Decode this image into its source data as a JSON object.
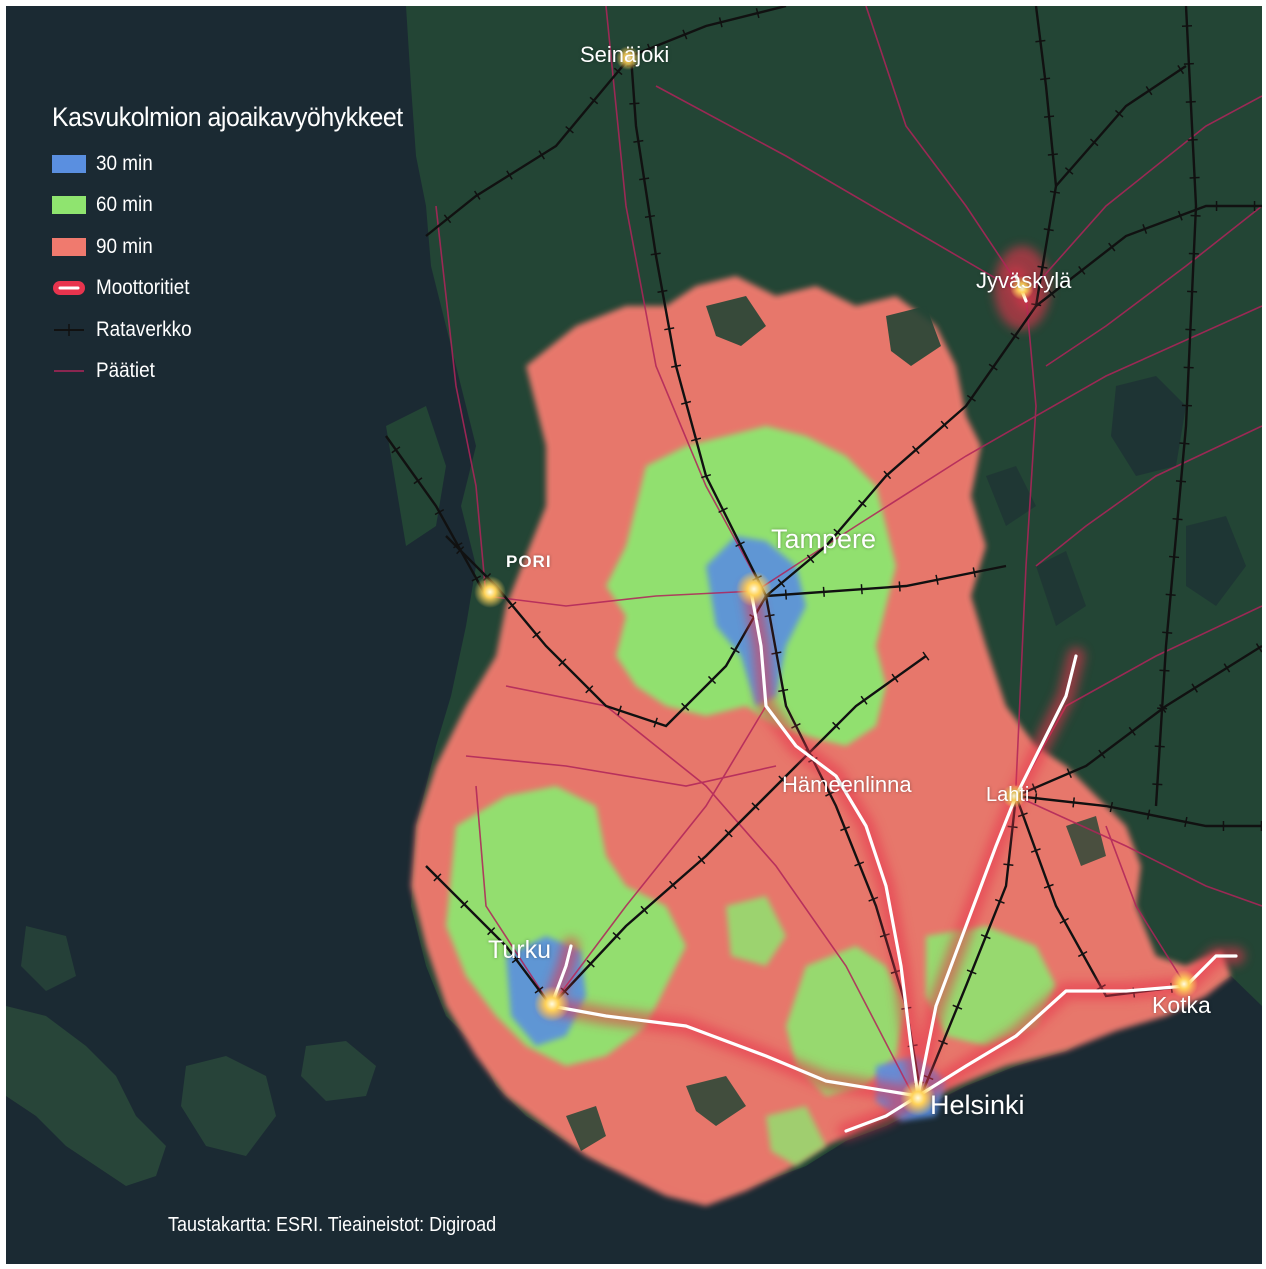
{
  "legend": {
    "title": "Kasvukolmion ajoaikavyöhykkeet",
    "items": [
      {
        "label": "30 min",
        "color": "#5a8fe0",
        "kind": "fill"
      },
      {
        "label": "60 min",
        "color": "#8fe46f",
        "kind": "fill"
      },
      {
        "label": "90 min",
        "color": "#f07a6e",
        "kind": "fill"
      },
      {
        "label": "Moottoritiet",
        "color": "#e8344e",
        "kind": "motorway"
      },
      {
        "label": "Rataverkko",
        "color": "#111111",
        "kind": "rail"
      },
      {
        "label": "Päätiet",
        "color": "#b0245a",
        "kind": "road"
      }
    ]
  },
  "cities": {
    "seinajoki": "Seinäjoki",
    "jyvaskyla": "Jyväskylä",
    "pori": "PORI",
    "tampere": "Tampere",
    "hameenlinna": "Hämeenlinna",
    "lahti": "Lahti",
    "turku": "Turku",
    "kotka": "Kotka",
    "helsinki": "Helsinki"
  },
  "credits": "Taustakartta: ESRI. Tieaineistot: Digiroad",
  "colors": {
    "sea": "#1b2a33",
    "land": "#234535",
    "zone_90": "#f07a6e",
    "zone_60": "#8fe46f",
    "zone_30": "#5a8fe0",
    "motorway_glow": "#e8344e",
    "motorway_core": "#ffffff",
    "rail": "#111111",
    "road": "#b0245a",
    "city_glow": "#ffd35a"
  }
}
